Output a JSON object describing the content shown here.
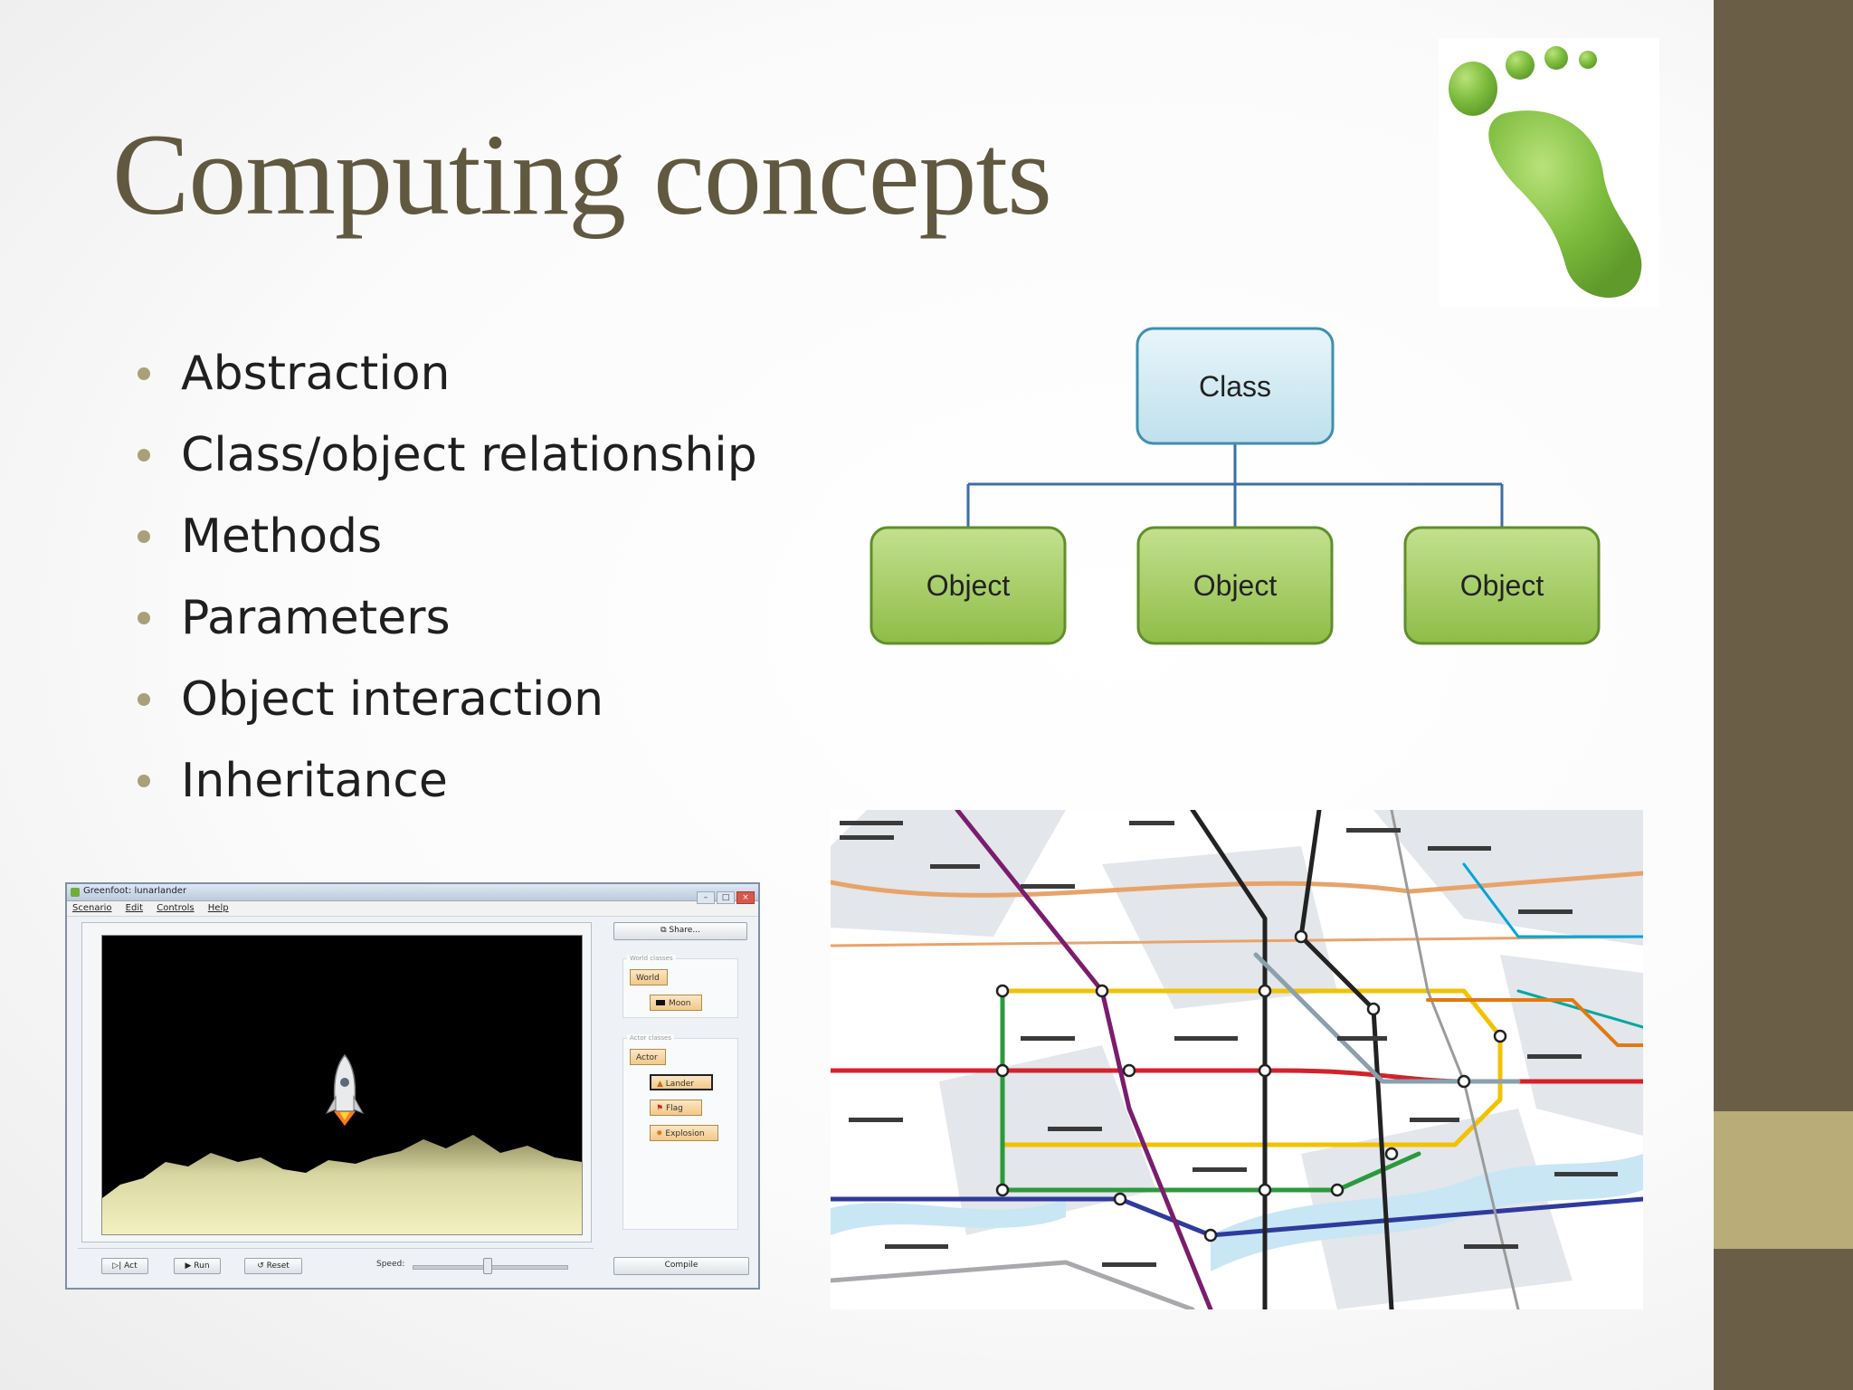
{
  "slide": {
    "title": "Computing concepts",
    "bullets": [
      "Abstraction",
      "Class/object relationship",
      "Methods",
      "Parameters",
      "Object interaction",
      "Inheritance"
    ]
  },
  "diagram": {
    "root_label": "Class",
    "children": [
      "Object",
      "Object",
      "Object"
    ]
  },
  "app_screenshot": {
    "window_title": "Greenfoot: lunarlander",
    "menus": [
      "Scenario",
      "Edit",
      "Controls",
      "Help"
    ],
    "share_label": "Share...",
    "world_classes_caption": "World classes",
    "world_class": "World",
    "world_subclass": "Moon",
    "actor_classes_caption": "Actor classes",
    "actor_class": "Actor",
    "actor_subclasses": [
      "Lander",
      "Flag",
      "Explosion"
    ],
    "act_label": "Act",
    "run_label": "Run",
    "reset_label": "Reset",
    "speed_label": "Speed:",
    "compile_label": "Compile"
  },
  "colors": {
    "title": "#615840",
    "sidebar": "#6b5e46",
    "sidebar_accent": "#b9ac78",
    "bullet_dot": "#a9a07a",
    "class_box_fill": "#cfe8f2",
    "class_box_border": "#3f8fae",
    "object_box_fill": "#9fc95a",
    "object_box_border": "#5f8f2a",
    "logo_green": "#7ebd3e"
  },
  "icons": {
    "logo": "greenfoot-footprint-logo"
  }
}
